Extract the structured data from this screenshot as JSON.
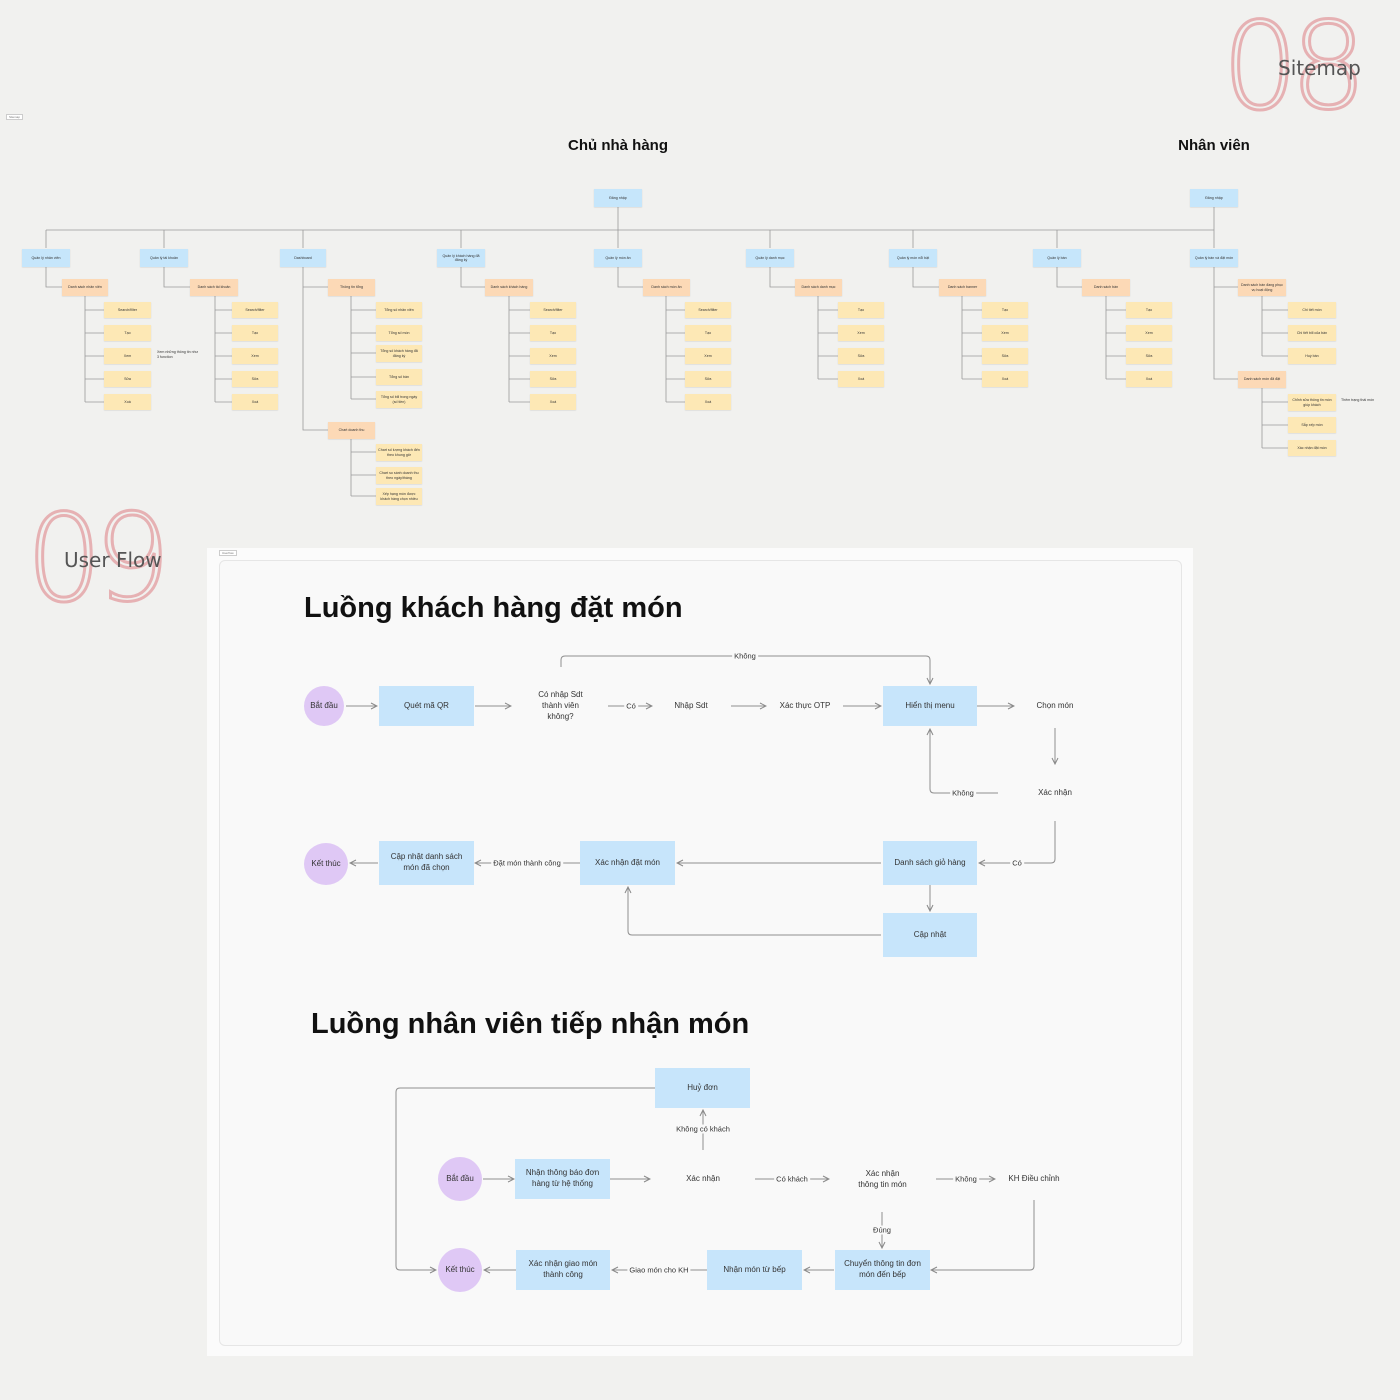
{
  "sections": {
    "sitemap": {
      "number": "08",
      "label": "Sitemap"
    },
    "userflow": {
      "number": "09",
      "label": "User Flow"
    }
  },
  "sitemap": {
    "frame_tag": "Sitemap",
    "owner_title": "Chủ nhà hàng",
    "staff_title": "Nhân viên",
    "owner_root": "Đăng nhập",
    "staff_root": "Đăng nhập",
    "groups": [
      {
        "label": "Quản lý nhân viên",
        "sub": "Danh sách nhân viên",
        "items": [
          "Search/filter",
          "Tạo",
          "Xem",
          "Sửa",
          "Xoá"
        ],
        "note": "Xem những thông tin như 3 function"
      },
      {
        "label": "Quản lý tài khoản",
        "sub": "Danh sách tài khoản",
        "items": [
          "Search/filter",
          "Tạo",
          "Xem",
          "Sửa",
          "Xoá"
        ]
      },
      {
        "label": "Dashboard",
        "sub": "Thông tin tổng",
        "items": [
          "Tổng số nhân viên",
          "Tổng số món",
          "Tổng số khách hàng đã đăng ký",
          "Tổng số bàn",
          "Tổng số bill trong ngày (số tiền)"
        ],
        "sub2": "Chart doanh thu",
        "items2": [
          "Chart số lượng khách đến theo khung giờ",
          "Chart so sánh doanh thu theo ngày/tháng",
          "Xếp hạng món được khách hàng chọn nhiều"
        ]
      },
      {
        "label": "Quản lý khách hàng đã đăng ký",
        "sub": "Danh sách khách hàng",
        "items": [
          "Search/filter",
          "Tạo",
          "Xem",
          "Sửa",
          "Xoá"
        ]
      },
      {
        "label": "Quản lý món ăn",
        "sub": "Danh sách món ăn",
        "items": [
          "Search/filter",
          "Tạo",
          "Xem",
          "Sửa",
          "Xoá"
        ]
      },
      {
        "label": "Quản lý danh mục",
        "sub": "Danh sách danh mục",
        "items": [
          "Tạo",
          "Xem",
          "Sửa",
          "Xoá"
        ]
      },
      {
        "label": "Quản lý món nổi bật",
        "sub": "Danh sách banner",
        "items": [
          "Tạo",
          "Xem",
          "Sửa",
          "Xoá"
        ]
      },
      {
        "label": "Quản lý bàn",
        "sub": "Danh sách bàn",
        "items": [
          "Tạo",
          "Xem",
          "Sửa",
          "Xoá"
        ]
      }
    ],
    "staff_group": {
      "label": "Quản lý bàn và đặt món",
      "sub": "Danh sách bàn đang phục vụ hoạt động",
      "items": [
        "Chi tiết món",
        "Chi tiết bill của bàn",
        "Huỷ bàn"
      ],
      "sub2": "Danh sách món đã đặt",
      "items2": [
        "Chỉnh sửa thông tin món giúp khách",
        "Sắp xếp món",
        "Xác nhận đặt món"
      ],
      "note": "Thêm trạng thái món"
    }
  },
  "userflow": {
    "frame_tag": "Userflow",
    "customer": {
      "title": "Luồng khách hàng đặt món",
      "start": "Bắt đầu",
      "scan": "Quét mã QR",
      "q_member": "Có nhập Sdt thành viên không?",
      "enter_phone": "Nhập Sdt",
      "otp": "Xác thực OTP",
      "show_menu": "Hiển thị menu",
      "choose": "Chọn món",
      "confirm": "Xác nhận",
      "cart": "Danh sách giỏ hàng",
      "update": "Cập nhật",
      "confirm_order": "Xác nhận đặt món",
      "update_list": "Cập nhật danh sách món đã chọn",
      "end": "Kết thúc",
      "lbl_yes": "Có",
      "lbl_no_top": "Không",
      "lbl_no": "Không",
      "lbl_yes2": "Có",
      "lbl_success": "Đặt món thành công"
    },
    "staff": {
      "title": "Luồng nhân viên tiếp nhận món",
      "start": "Bắt đầu",
      "receive": "Nhận thông báo đơn hàng từ hệ thống",
      "confirm": "Xác nhận",
      "cancel": "Huỷ đơn",
      "confirm_info": "Xác nhận thông tin món",
      "adjust": "KH Điều chỉnh",
      "transfer": "Chuyển thông tin đơn món đến bếp",
      "receive_kitchen": "Nhận món từ bếp",
      "confirm_delivery": "Xác nhận giao món thành công",
      "end": "Kết thúc",
      "lbl_nocust": "Không có khách",
      "lbl_hascust": "Có khách",
      "lbl_no": "Không",
      "lbl_right": "Đúng",
      "lbl_deliver": "Giao món cho KH"
    }
  }
}
